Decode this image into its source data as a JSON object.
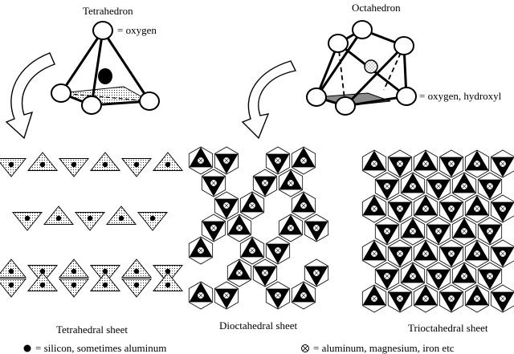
{
  "tetrahedron": {
    "title": "Tetrahedron",
    "oxygen_label": "= oxygen"
  },
  "octahedron": {
    "title": "Octahedron",
    "oxygen_label": "= oxygen, hydroxyl"
  },
  "sheets": {
    "tetrahedral": "Tetrahedral sheet",
    "dioctahedral": "Dioctahedral sheet",
    "trioctahedral": "Trioctahedral sheet"
  },
  "legend": {
    "silicon": "= silicon, sometimes aluminum",
    "aluminum": "= aluminum, magnesium, iron etc"
  },
  "colors": {
    "ink": "#000000",
    "paper": "#ffffff",
    "stipple": "#bdbdbd",
    "shade": "#8a8a8a"
  }
}
